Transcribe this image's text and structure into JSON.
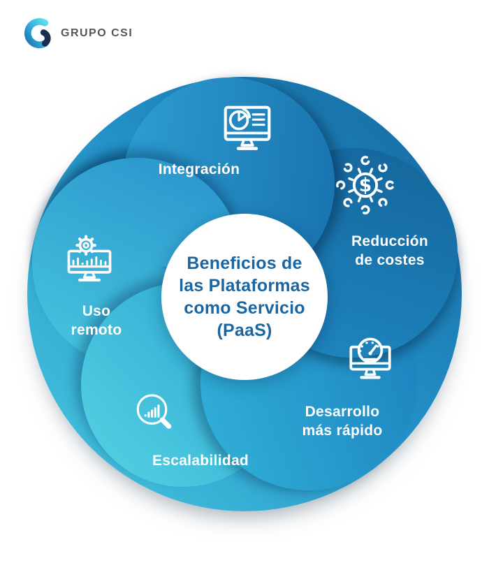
{
  "brand": {
    "logo_text": "GRUPO CSI"
  },
  "center": {
    "title": "Beneficios de las Plataformas como Servicio (PaaS)",
    "title_lines": [
      "Beneficios de",
      "las Plataformas",
      "como Servicio",
      "(PaaS)"
    ]
  },
  "benefits": [
    {
      "label": "Integración",
      "icon": "monitor-pie-chart-icon",
      "position": "top"
    },
    {
      "label": "Reducción de costes",
      "label_lines": [
        "Reducción",
        "de costes"
      ],
      "icon": "dollar-network-icon",
      "position": "right"
    },
    {
      "label": "Desarrollo más rápido",
      "label_lines": [
        "Desarrollo",
        "más rápido"
      ],
      "icon": "speedometer-monitor-icon",
      "position": "bottom-right"
    },
    {
      "label": "Escalabilidad",
      "icon": "magnifier-bar-chart-icon",
      "position": "bottom"
    },
    {
      "label": "Uso remoto",
      "label_lines": [
        "Uso",
        "remoto"
      ],
      "icon": "gear-monitor-icon",
      "position": "left"
    }
  ],
  "colors": {
    "background": "#ffffff",
    "title_text": "#1966a2",
    "label_text": "#ffffff",
    "logo_text": "#55565a",
    "logo_navy": "#1c2d50",
    "ring_dark_blue": "#15689e",
    "ring_mid_blue": "#2392c9",
    "ring_light_cyan": "#4bcbe0"
  }
}
